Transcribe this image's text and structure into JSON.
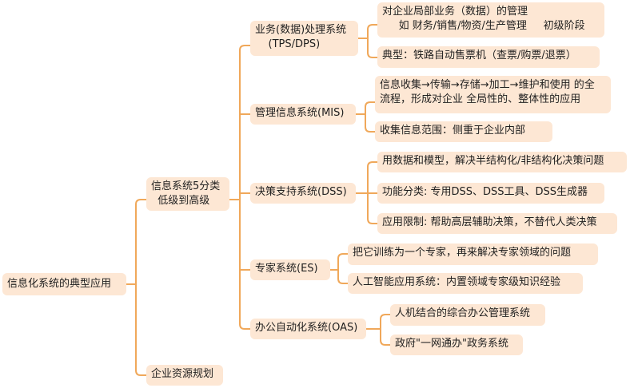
{
  "root": "信息化系统的典型应用",
  "branches": [
    {
      "label": "信息系统5分类\n  低级到高级",
      "children": [
        {
          "label": "业务(数据)处理系统\n    (TPS/DPS)",
          "children": [
            "对企业局部业务（数据）的管理\n     如 财务/销售/物资/生产管理     初级阶段",
            "典型：铁路自动售票机（查票/购票/退票）"
          ]
        },
        {
          "label": "管理信息系统(MIS)",
          "children": [
            "信息收集→传输→存储→加工→维护和使用 的全\n流程，形成对企业 全局性的、整体性的应用",
            "收集信息范围：侧重于企业内部"
          ]
        },
        {
          "label": "决策支持系统(DSS)",
          "children": [
            "用数据和模型，解决半结构化/非结构化决策问题",
            "功能分类: 专用DSS、DSS工具、DSS生成器",
            "应用限制: 帮助高层辅助决策，不替代人类决策"
          ]
        },
        {
          "label": "专家系统(ES)",
          "children": [
            "把它训练为一个专家，再来解决专家领域的问题",
            "人工智能应用系统：内置领域专家级知识经验"
          ]
        },
        {
          "label": "办公自动化系统(OAS)",
          "children": [
            "人机结合的综合办公管理系统",
            "政府\"一网通办\"政务系统"
          ]
        }
      ]
    },
    {
      "label": "企业资源规划",
      "children": []
    }
  ],
  "colors": {
    "line": "#f0a85a",
    "node_fill": "#fde7d4",
    "text": "#1f1f1f"
  }
}
